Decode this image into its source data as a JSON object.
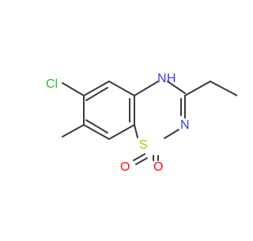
{
  "molecule": {
    "atoms": {
      "chlorine": "Cl",
      "nh_nitrogen": "N",
      "nh_hydrogen": "H",
      "ring_nitrogen": "N",
      "sulfur": "S",
      "oxygen_left": "O",
      "oxygen_right": "O"
    },
    "colors": {
      "bond": "#3a3a3a",
      "chlorine": "#33b833",
      "nitrogen": "#2f3ff0",
      "sulfur": "#c8b400",
      "oxygen": "#ff0d0d"
    }
  }
}
